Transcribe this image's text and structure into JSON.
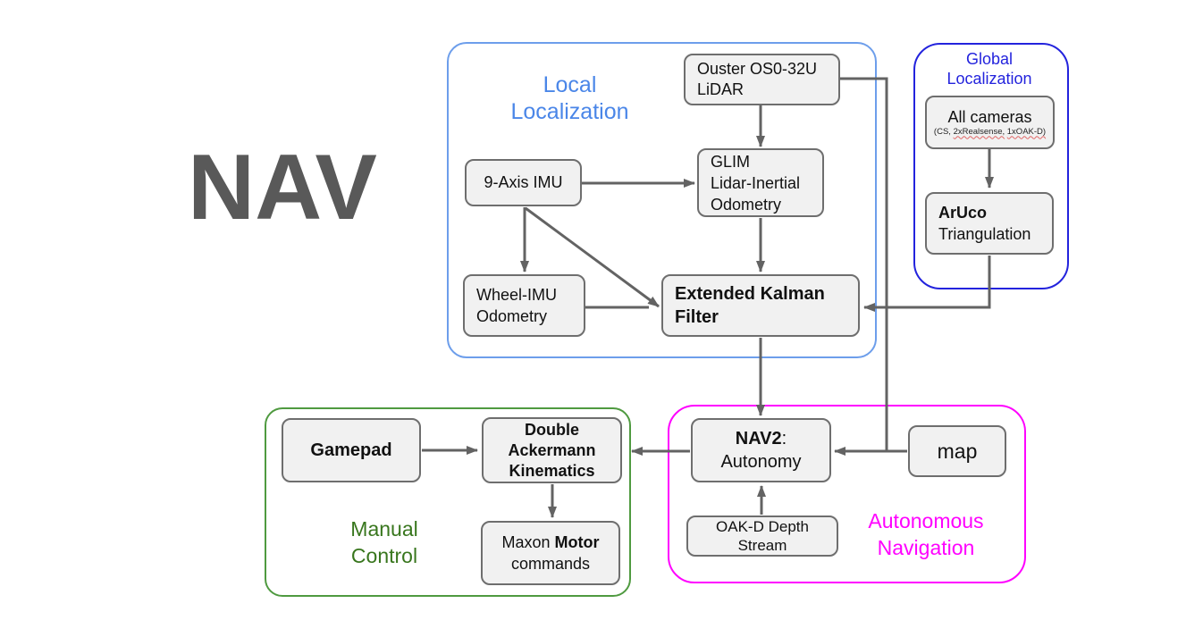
{
  "title": "NAV",
  "containers": {
    "local": {
      "label_line1": "Local",
      "label_line2": "Localization",
      "border_color": "#6d9eeb",
      "label_color": "#4a86e8"
    },
    "global": {
      "label_line1": "Global",
      "label_line2": "Localization",
      "border_color": "#2323dd",
      "label_color": "#2323dd"
    },
    "manual": {
      "label_line1": "Manual",
      "label_line2": "Control",
      "border_color": "#4f9a40",
      "label_color": "#38761d"
    },
    "auto": {
      "label_line1": "Autonomous",
      "label_line2": "Navigation",
      "border_color": "#ff00ff",
      "label_color": "#ff00ff"
    }
  },
  "nodes": {
    "ouster": {
      "line1": "Ouster OS0-32U",
      "line2": "LiDAR"
    },
    "imu9": {
      "label": "9-Axis IMU"
    },
    "glim": {
      "line1": "GLIM",
      "line2": "Lidar-Inertial",
      "line3": "Odometry"
    },
    "wheel": {
      "line1": "Wheel-IMU",
      "line2": "Odometry"
    },
    "ekf": {
      "line1": "Extended Kalman",
      "line2": "Filter"
    },
    "allcams": {
      "title": "All cameras",
      "sub_prefix": "(CS, ",
      "sub_wavy1": "2xRealsense,",
      "sub_sep": " ",
      "sub_wavy2": "1xOAK-D)"
    },
    "aruco": {
      "bold": "ArUco",
      "line2": "Triangulation"
    },
    "gamepad": {
      "label": "Gamepad"
    },
    "ackermann": {
      "line1": "Double",
      "line2": "Ackermann",
      "line3": "Kinematics"
    },
    "maxon": {
      "pre": "Maxon ",
      "bold": "Motor",
      "line2": "commands"
    },
    "nav2": {
      "bold": "NAV2",
      "rest": ":",
      "line2": "Autonomy"
    },
    "oakd": {
      "line1": "OAK-D Depth",
      "line2": "Stream"
    },
    "map": {
      "label": "map"
    }
  },
  "edges": [
    {
      "from": "ouster-lidar",
      "to": "glim"
    },
    {
      "from": "9-axis-imu",
      "to": "glim"
    },
    {
      "from": "9-axis-imu",
      "to": "wheel-imu-odometry"
    },
    {
      "from": "9-axis-imu",
      "to": "extended-kalman-filter"
    },
    {
      "from": "wheel-imu-odometry",
      "to": "extended-kalman-filter"
    },
    {
      "from": "glim",
      "to": "extended-kalman-filter"
    },
    {
      "from": "ouster-lidar",
      "to": "nav2"
    },
    {
      "from": "aruco-triangulation",
      "to": "extended-kalman-filter"
    },
    {
      "from": "extended-kalman-filter",
      "to": "nav2"
    },
    {
      "from": "oak-d-depth-stream",
      "to": "nav2"
    },
    {
      "from": "map",
      "to": "nav2"
    },
    {
      "from": "nav2",
      "to": "double-ackermann-kinematics"
    },
    {
      "from": "gamepad",
      "to": "double-ackermann-kinematics"
    },
    {
      "from": "double-ackermann-kinematics",
      "to": "maxon-motor-commands"
    }
  ],
  "colors": {
    "arrow": "#636363",
    "node_fill": "#f1f1f1",
    "node_border": "#6e6e6e",
    "nav_title": "#595959",
    "background": "#ffffff"
  }
}
